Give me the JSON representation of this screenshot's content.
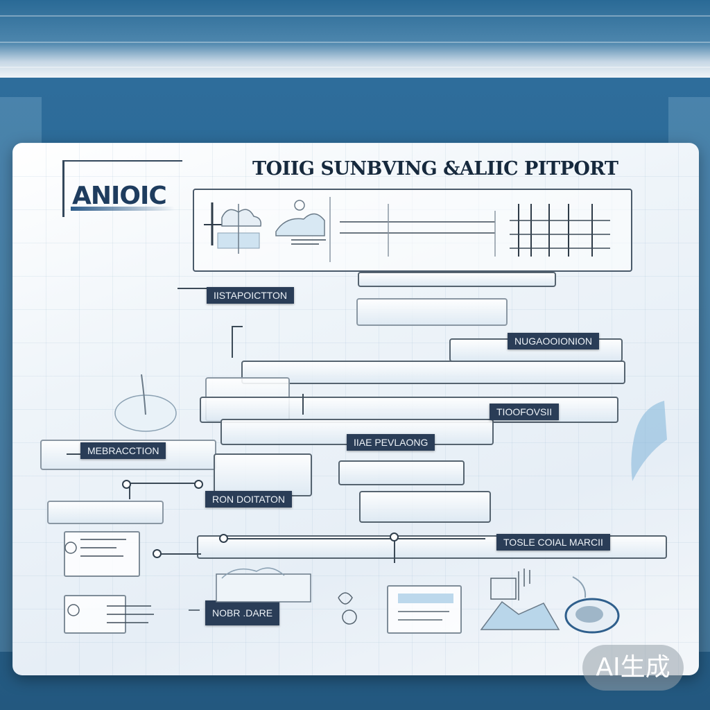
{
  "title": "TOIIG SUNBVING &ALIIC PITPORT",
  "logo": {
    "text": "ANIOIC"
  },
  "labels": {
    "l1": "IISTAPOICTTON",
    "l2": "NUGAOOIONION",
    "l3": "TIOOFOVSII",
    "l4": "MEBRACCTION",
    "l5": "IIAE PEVLAONG",
    "l6": "RON DOITATON",
    "l7": "TOSLE COIAL MARCII",
    "l8": "NOBR .DARE"
  },
  "badge": {
    "text": "AI生成"
  },
  "colors": {
    "background": "#2b6894",
    "panel": "#eef4f9",
    "tag": "#2a3d57",
    "accent": "#7fb4d8"
  },
  "icons": [
    "cloud-chart-icon",
    "bar-chart-icon",
    "grid-chart-icon",
    "document-icon",
    "printer-icon",
    "mountain-icon",
    "disc-icon"
  ]
}
